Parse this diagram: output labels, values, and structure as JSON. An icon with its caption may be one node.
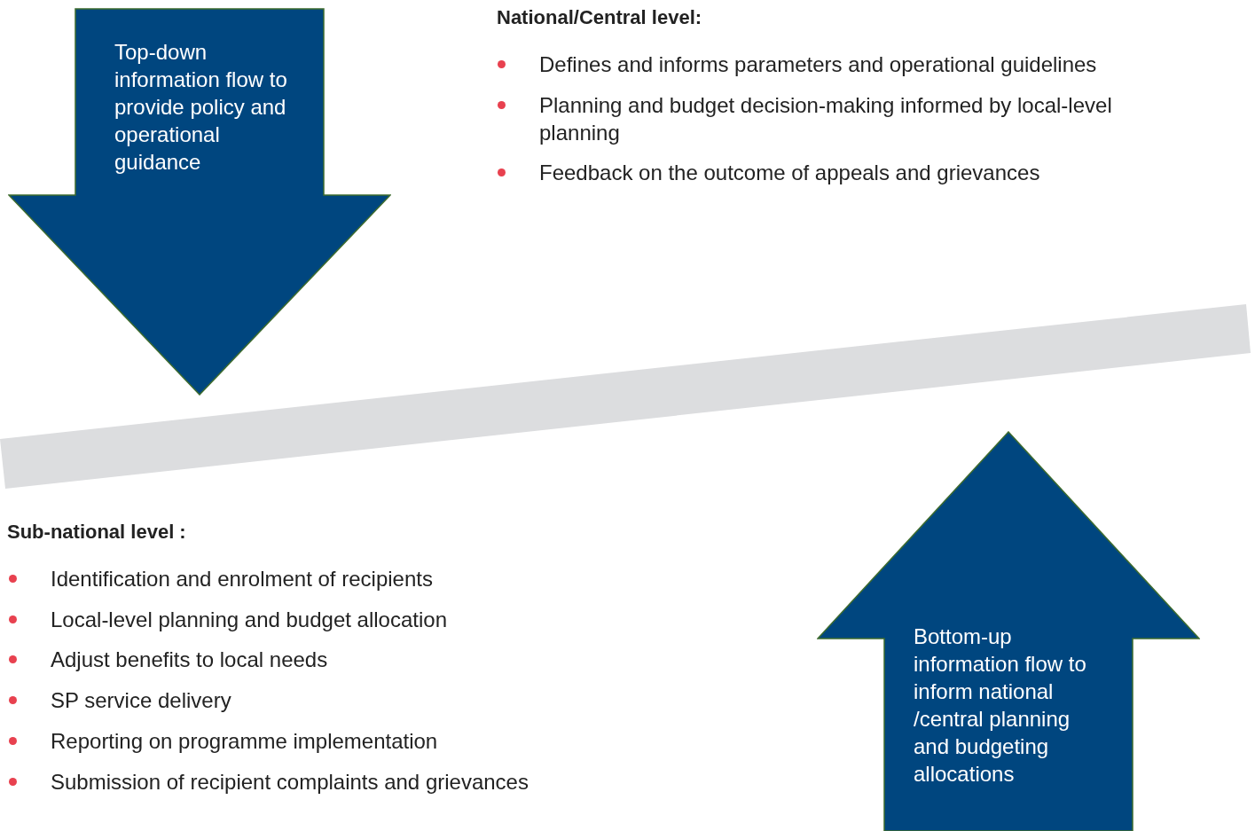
{
  "diagram": {
    "nodes": [
      {
        "text": [
          "Top-down information flow to provide policy and operational guidance"
        ]
      },
      {
        "text": [],
        "shape": "bar"
      },
      {
        "text": [
          "Bottom-up information flow to inform national /central planning and budgeting allocations"
        ]
      }
    ],
    "labels": [
      "National/Central level:",
      "Defines and informs parameters and operational guidelines",
      "Planning and budget decision-making informed by local-level planning",
      "Feedback on the outcome of appeals and grievances",
      "Sub-national level :",
      "Identification and enrolment of recipients",
      "Local-level planning and budget allocation",
      "Adjust benefits to local needs",
      "SP service delivery",
      "Reporting on programme implementation",
      "Submission of recipient complaints and grievances"
    ]
  }
}
